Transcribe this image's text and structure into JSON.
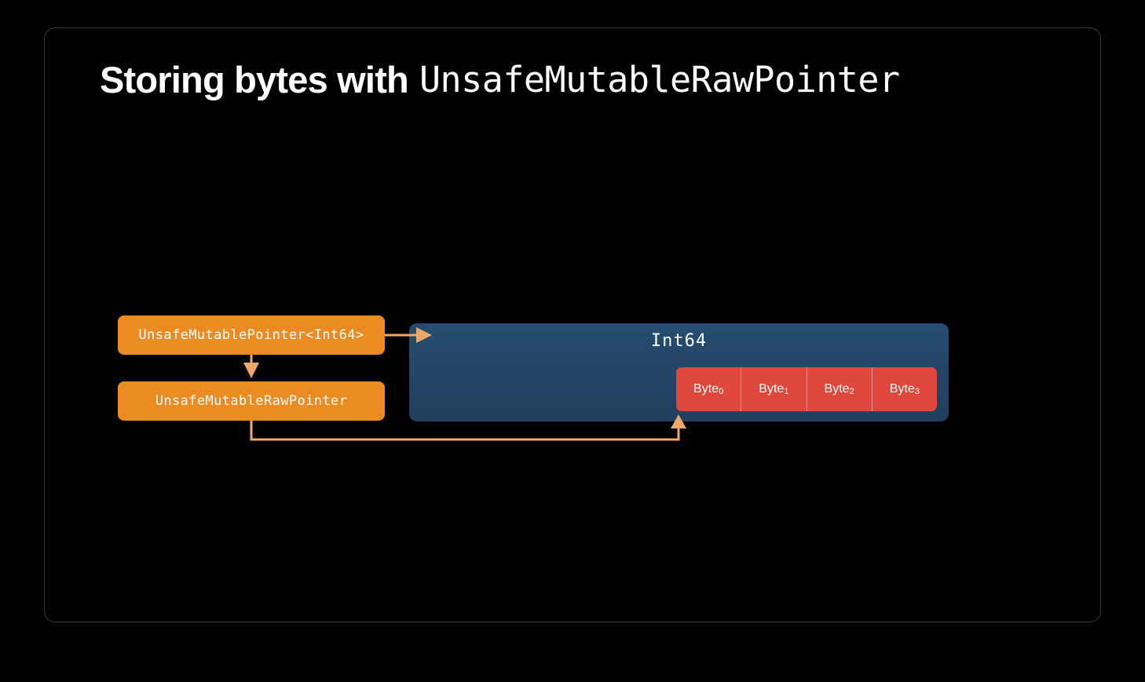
{
  "slide": {
    "title": {
      "prefix": "Storing bytes with ",
      "code": "UnsafeMutableRawPointer"
    },
    "background_color": "#000000",
    "frame_border_color": "#3a3a3a"
  },
  "diagram": {
    "pointer_boxes": [
      {
        "label": "UnsafeMutablePointer<Int64>",
        "color": "#ED8B23"
      },
      {
        "label": "UnsafeMutableRawPointer",
        "color": "#ED8B23"
      }
    ],
    "memory_region": {
      "label": "Int64",
      "color": "#224567",
      "bytes": [
        {
          "name": "Byte",
          "index": "0"
        },
        {
          "name": "Byte",
          "index": "1"
        },
        {
          "name": "Byte",
          "index": "2"
        },
        {
          "name": "Byte",
          "index": "3"
        }
      ],
      "byte_color": "#E0483E"
    },
    "arrows": [
      {
        "name": "typed-pointer-to-int64",
        "direction": "right",
        "color": "#F0A868"
      },
      {
        "name": "typed-pointer-to-raw-pointer",
        "direction": "down",
        "color": "#F0A868"
      },
      {
        "name": "raw-pointer-to-bytes",
        "direction": "up",
        "color": "#F0A868"
      }
    ],
    "arrow_color": "#F0A868"
  }
}
